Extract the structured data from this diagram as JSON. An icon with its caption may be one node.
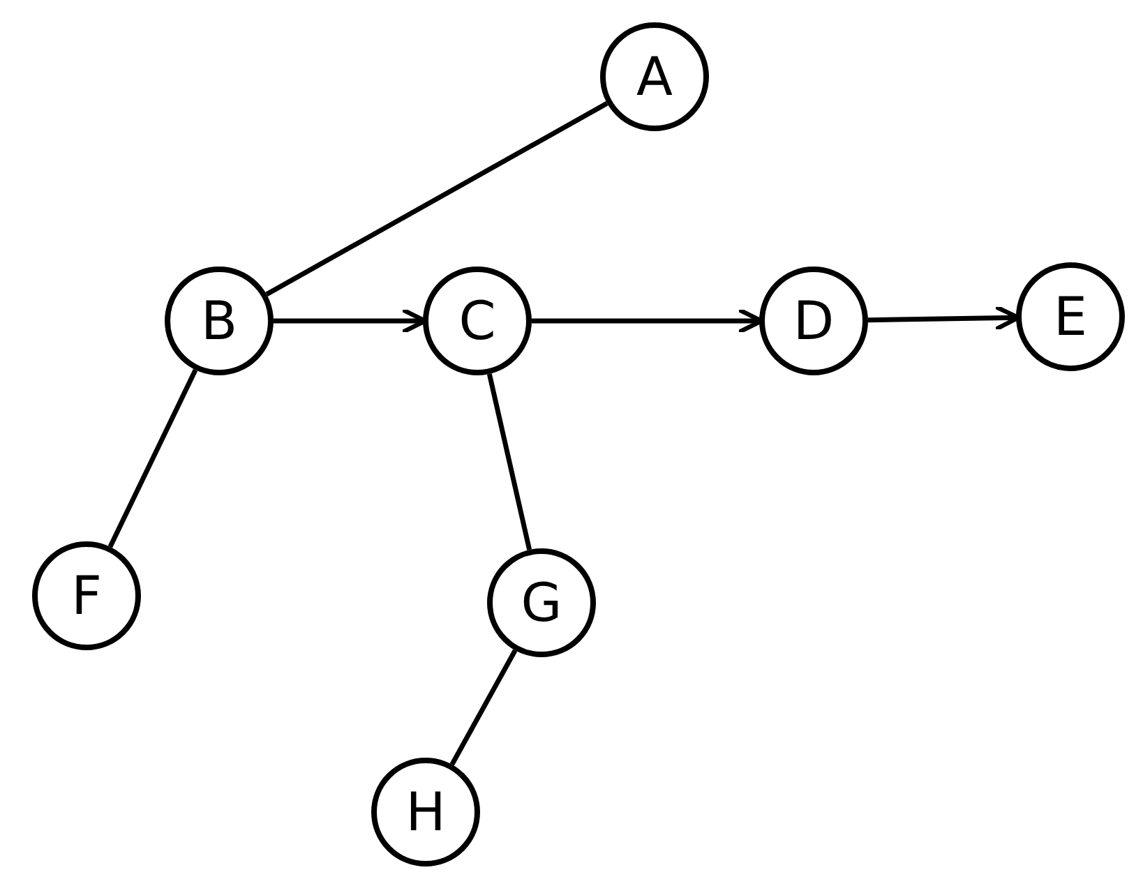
{
  "diagram": {
    "nodes": [
      {
        "text": [
          "A"
        ]
      },
      {
        "text": [
          "B"
        ]
      },
      {
        "text": [
          "C"
        ]
      },
      {
        "text": [
          "D"
        ]
      },
      {
        "text": [
          "E"
        ]
      },
      {
        "text": [
          "F"
        ]
      },
      {
        "text": [
          "G"
        ]
      },
      {
        "text": [
          "H"
        ]
      }
    ],
    "edges": [
      {
        "from": 1,
        "to": 0,
        "arrow": "none"
      },
      {
        "from": 1,
        "to": 2,
        "arrow": "to"
      },
      {
        "from": 2,
        "to": 3,
        "arrow": "to"
      },
      {
        "from": 3,
        "to": 4,
        "arrow": "to"
      },
      {
        "from": 1,
        "to": 5,
        "arrow": "none"
      },
      {
        "from": 2,
        "to": 6,
        "arrow": "none"
      },
      {
        "from": 6,
        "to": 7,
        "arrow": "none"
      }
    ]
  }
}
